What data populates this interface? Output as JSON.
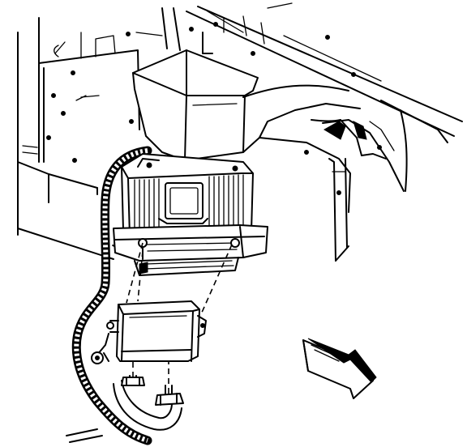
{
  "figure": {
    "background": "#ffffff",
    "line_color": "#000000",
    "parts": [
      "upper-bracket",
      "ecm-module",
      "ecm-heat-sink",
      "mounting-bracket",
      "lower-module",
      "wiring-harness",
      "harness-connector-left",
      "harness-connector-right",
      "ground-terminal",
      "direction-arrow"
    ]
  }
}
